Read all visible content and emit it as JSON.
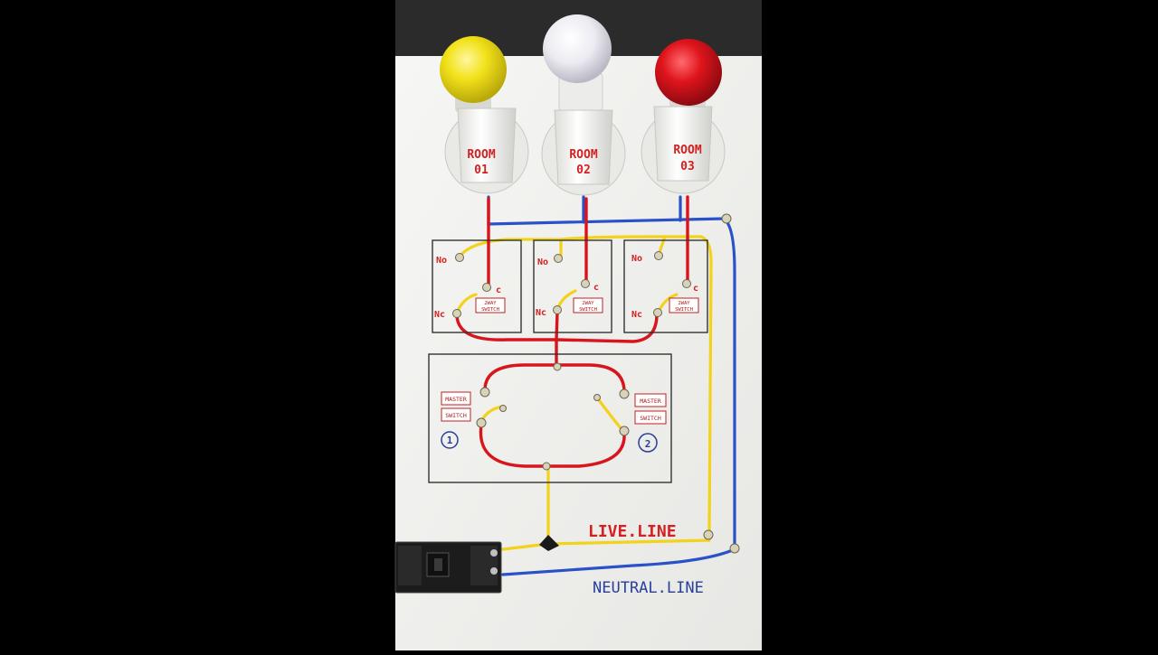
{
  "rooms": [
    {
      "line1": "ROOM",
      "line2": "01",
      "bulb_color": "#f2e21a"
    },
    {
      "line1": "ROOM",
      "line2": "02",
      "bulb_color": "#eeeef2"
    },
    {
      "line1": "ROOM",
      "line2": "03",
      "bulb_color": "#e0141c"
    }
  ],
  "switch_labels": {
    "nc": "Nc",
    "no": "No",
    "c": "c",
    "two_way_line1": "2WAY",
    "two_way_line2": "SWITCH",
    "master_line1": "MASTER",
    "master_line2": "SWITCH",
    "master1_num": "1",
    "master2_num": "2"
  },
  "lines": {
    "live": "LIVE.LINE",
    "neutral": "NEUTRAL.LINE"
  },
  "colors": {
    "live_wire": "#f2d21a",
    "neutral_wire": "#2a52c8",
    "switched_wire": "#d8141c",
    "label_red": "#d42020",
    "label_blue": "#2a3f9a"
  }
}
